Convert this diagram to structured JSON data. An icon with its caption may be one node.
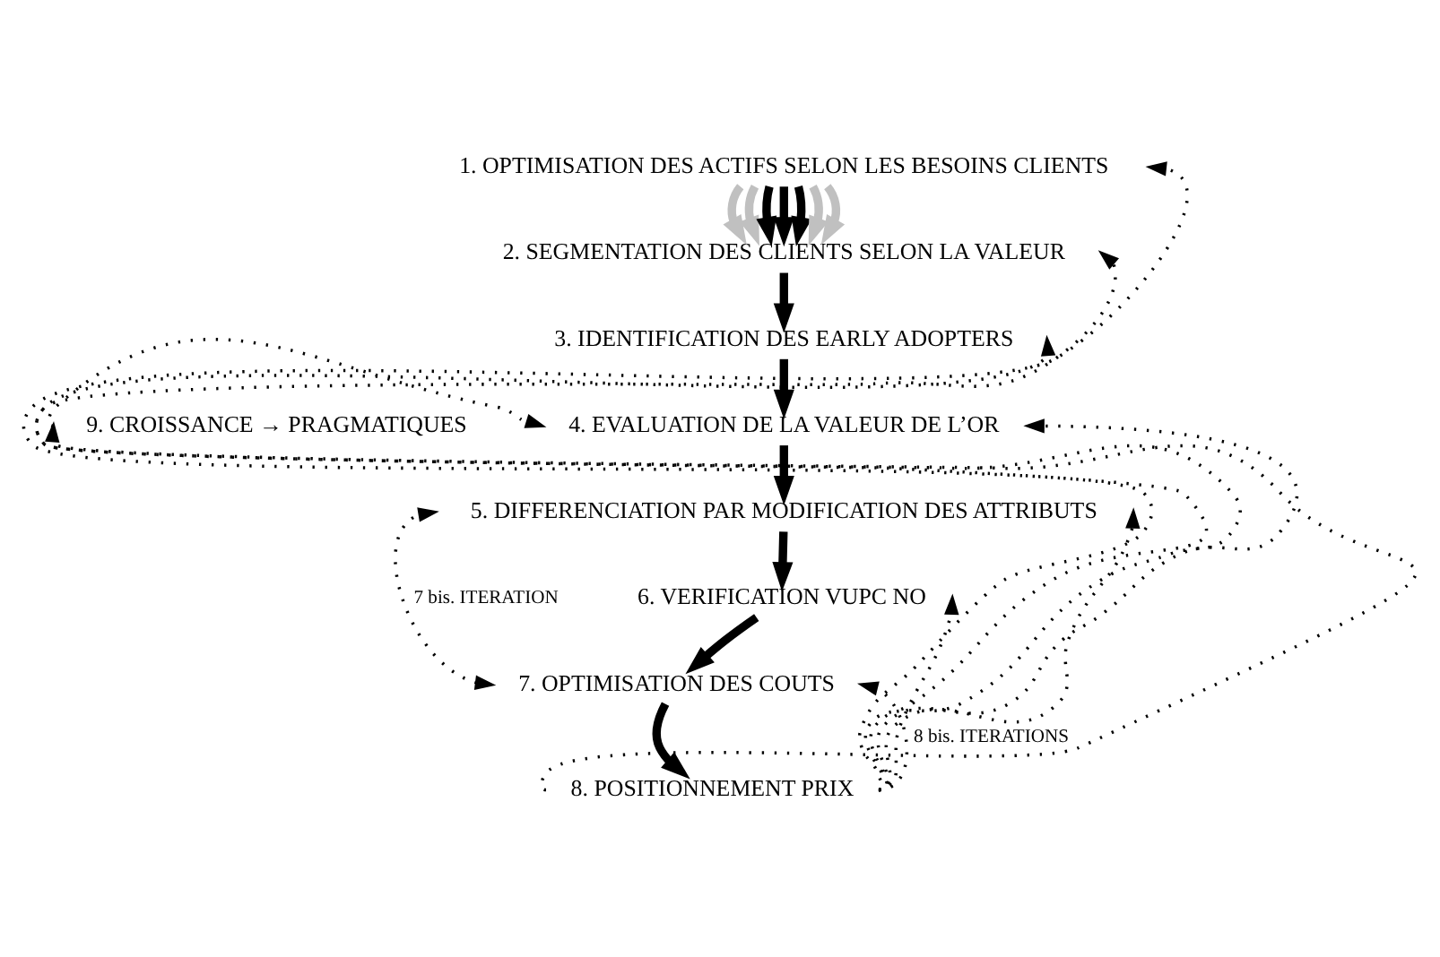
{
  "diagram": {
    "nodes": [
      {
        "text": [
          "1. OPTIMISATION DES ACTIFS SELON LES BESOINS CLIENTS"
        ]
      },
      {
        "text": [
          "2. SEGMENTATION DES CLIENTS SELON LA VALEUR"
        ]
      },
      {
        "text": [
          "3. IDENTIFICATION DES EARLY ADOPTERS"
        ]
      },
      {
        "text": [
          "4. EVALUATION DE LA VALEUR DE L’OR"
        ]
      },
      {
        "text": [
          "5. DIFFERENCIATION PAR MODIFICATION DES ATTRIBUTS"
        ]
      },
      {
        "text": [
          "6. VERIFICATION VUPC NO"
        ]
      },
      {
        "text": [
          "7. OPTIMISATION DES COUTS"
        ]
      },
      {
        "text": [
          "8. POSITIONNEMENT PRIX"
        ]
      },
      {
        "text": [
          "9. CROISSANCE → PRAGMATIQUES"
        ]
      }
    ],
    "edges": [
      {
        "from": 0,
        "to": 1,
        "arrow": "to",
        "color": "#c0c0c0"
      },
      {
        "from": 0,
        "to": 1,
        "arrow": "to",
        "color": "#c0c0c0"
      },
      {
        "from": 0,
        "to": 1,
        "arrow": "to"
      },
      {
        "from": 0,
        "to": 1,
        "arrow": "to"
      },
      {
        "from": 0,
        "to": 1,
        "arrow": "to"
      },
      {
        "from": 0,
        "to": 1,
        "arrow": "to",
        "color": "#c0c0c0"
      },
      {
        "from": 0,
        "to": 1,
        "arrow": "to",
        "color": "#c0c0c0"
      },
      {
        "from": 1,
        "to": 2,
        "arrow": "to"
      },
      {
        "from": 2,
        "to": 3,
        "arrow": "to"
      },
      {
        "from": 3,
        "to": 4,
        "arrow": "to"
      },
      {
        "from": 4,
        "to": 5,
        "arrow": "to"
      },
      {
        "from": 5,
        "to": 6,
        "arrow": "to"
      },
      {
        "from": 6,
        "to": 7,
        "arrow": "to"
      },
      {
        "from": 7,
        "to": 6,
        "arrow": "to",
        "style": "dashed",
        "label": "8 bis. ITERATIONS"
      },
      {
        "from": 7,
        "to": 5,
        "arrow": "to",
        "style": "dashed"
      },
      {
        "from": 7,
        "to": 4,
        "arrow": "to",
        "style": "dashed"
      },
      {
        "from": 7,
        "to": 3,
        "arrow": "to",
        "style": "dashed"
      },
      {
        "from": 7,
        "to": 2,
        "arrow": "to",
        "style": "dashed"
      },
      {
        "from": 7,
        "to": 1,
        "arrow": "to",
        "style": "dashed"
      },
      {
        "from": 7,
        "to": 0,
        "arrow": "to",
        "style": "dashed"
      },
      {
        "from": 6,
        "to": 4,
        "arrow": "both",
        "style": "dashed",
        "label": "7 bis. ITERATION"
      },
      {
        "from": 7,
        "to": 8,
        "arrow": "to",
        "style": "dashed"
      },
      {
        "from": 8,
        "to": 3,
        "arrow": "to",
        "style": "dashed"
      }
    ]
  }
}
